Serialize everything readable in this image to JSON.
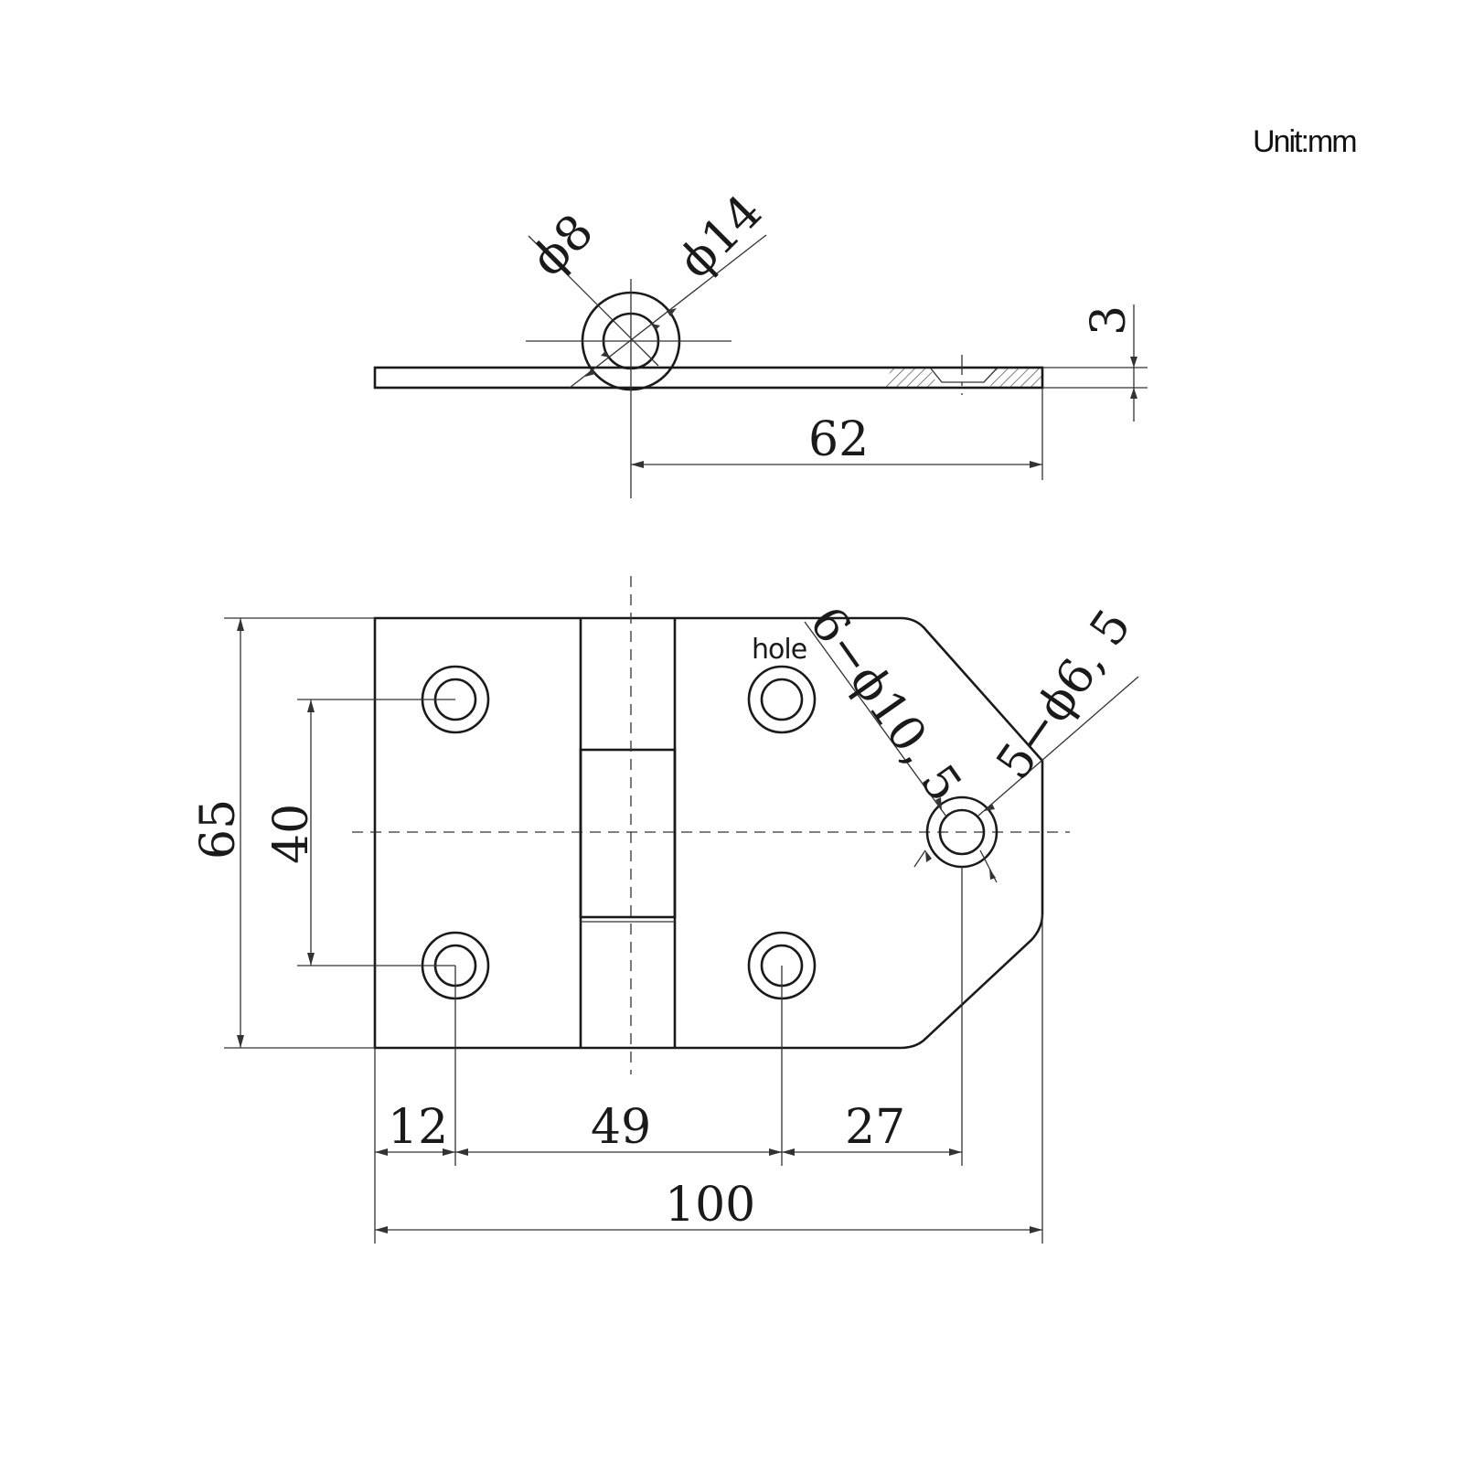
{
  "unit_label": "Unit:mm",
  "side_view": {
    "inner_diameter": "ϕ8",
    "outer_diameter": "ϕ14",
    "thickness": "3",
    "length_to_pin": "62"
  },
  "top_view": {
    "height_total": "65",
    "hole_spacing_vertical": "40",
    "edge_to_hole": "12",
    "hole_to_hole": "49",
    "hole_to_center_hole": "27",
    "width_total": "100",
    "hole_label": "hole",
    "large_holes_callout": "6−ϕ10, 5",
    "small_holes_callout": "5−ϕ6, 5"
  }
}
